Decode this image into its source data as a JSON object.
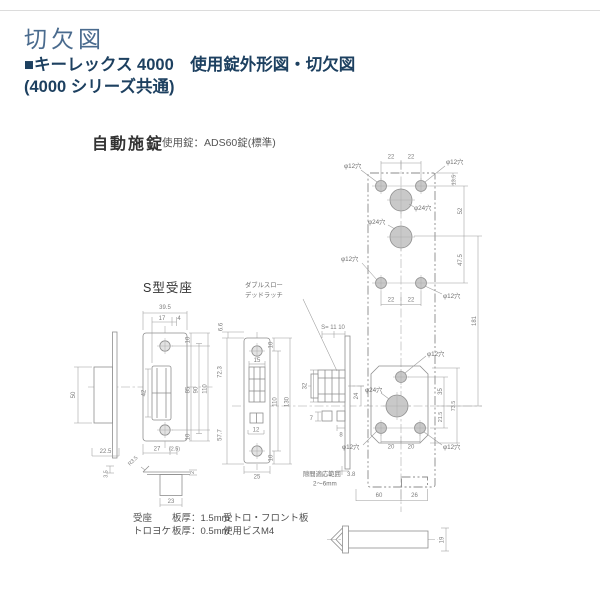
{
  "header": {
    "title": "切欠図",
    "subtitle": "■キーレックス 4000　使用錠外形図・切欠図",
    "subtitle2": "(4000 シリーズ共通)",
    "section": "自動施錠",
    "section_note": "使用錠：ADS60錠(標準)"
  },
  "sections": {
    "strike_title": "S型受座",
    "latch_label_1": "ダブルスロー",
    "latch_label_2": "デッドラッチ",
    "gap_label": "隙間適応範囲",
    "gap_range": "2〜6mm"
  },
  "notes": {
    "n1a": "受座",
    "n1b": "板厚：1.5mm",
    "n2a": "トロヨケ",
    "n2b": "板厚：0.5mm",
    "n3": "受トロ・フロント板",
    "n4": "使用ビスM4"
  },
  "dims": {
    "phi12": "φ12穴",
    "phi24": "φ24穴",
    "d22": "22",
    "d13_5": "13.5",
    "d52": "52",
    "d47_5": "47.5",
    "d181": "181",
    "d35": "35",
    "d21_5": "21.5",
    "d73_5": "73.5",
    "d24": "24",
    "d20": "20",
    "d60": "60",
    "d26": "26",
    "d19": "19",
    "d3_8": "3.8",
    "d32": "32",
    "d7": "7",
    "d8": "8",
    "s_dim": "S= 11 10",
    "d6_6": "6.6",
    "d72_3": "72.3",
    "d57_7": "57.7",
    "d10": "10",
    "d15": "15",
    "d110": "110",
    "d130": "130",
    "d12": "12",
    "d25": "25",
    "d39_5": "39.5",
    "d17": "17",
    "d4": "4",
    "d42": "42",
    "d85": "85",
    "d90": "90",
    "d50": "50",
    "d22_5": "22.5",
    "d27": "27",
    "d2_5": "(2.5)",
    "dR3_5": "R3.5",
    "d3_5": "3.5",
    "d2": "2",
    "d23": "23"
  },
  "colors": {
    "title": "#4a6b8e",
    "subtitle": "#1d4060",
    "line": "#8e8e8e",
    "hole_fill": "#c9c9c9",
    "dim_text": "#7d7d7d"
  }
}
